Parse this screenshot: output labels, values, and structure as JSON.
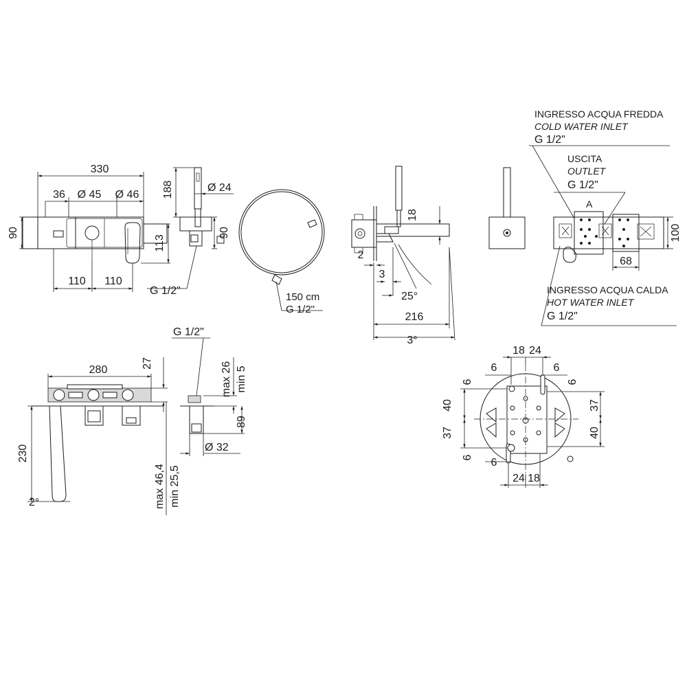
{
  "front_view": {
    "width_total": "330",
    "left_offset": "36",
    "diverter_diameter": "Ø 45",
    "lever_diameter": "Ø 46",
    "height": "90",
    "lever_height": "113",
    "spacing_left": "110",
    "spacing_right": "110"
  },
  "hand_shower": {
    "height": "188",
    "diameter": "Ø 24",
    "holder_size": "90",
    "connection": "G 1/2\""
  },
  "hose": {
    "length": "150 cm",
    "connection": "G 1/2\""
  },
  "side_view": {
    "dim_18": "18",
    "dim_2": "2",
    "dim_3": "3",
    "angle_25": "25°",
    "spout_length": "216",
    "angle_3": "3°"
  },
  "body_top": {
    "cold_inlet_it": "INGRESSO ACQUA FREDDA",
    "cold_inlet_en": "COLD WATER INLET",
    "cold_inlet_size": "G 1/2\"",
    "outlet_it": "USCITA",
    "outlet_en": "OUTLET",
    "outlet_size": "G 1/2\"",
    "marker_a": "A",
    "height": "100",
    "spacing": "68",
    "hot_inlet_it": "INGRESSO ACQUA CALDA",
    "hot_inlet_en": "HOT WATER INLET",
    "hot_inlet_size": "G 1/2\""
  },
  "spout_view": {
    "width": "280",
    "dim_27": "27",
    "height": "230",
    "angle": "2°"
  },
  "depth_view": {
    "connection": "G 1/2\"",
    "max_26": "max 26",
    "min_5": "min 5",
    "dim_89": "89",
    "max_46": "max 46,4",
    "min_25": "min 25,5",
    "diameter": "Ø 32"
  },
  "plate_view": {
    "top_18": "18",
    "top_24": "24",
    "left_6_top": "6",
    "right_6_top": "6",
    "left_6_mid": "6",
    "right_6_mid": "6",
    "left_40": "40",
    "left_37": "37",
    "right_37": "37",
    "right_40": "40",
    "left_6_low": "6",
    "left_6_bottom": "6",
    "bottom_24": "24",
    "bottom_18": "18"
  }
}
